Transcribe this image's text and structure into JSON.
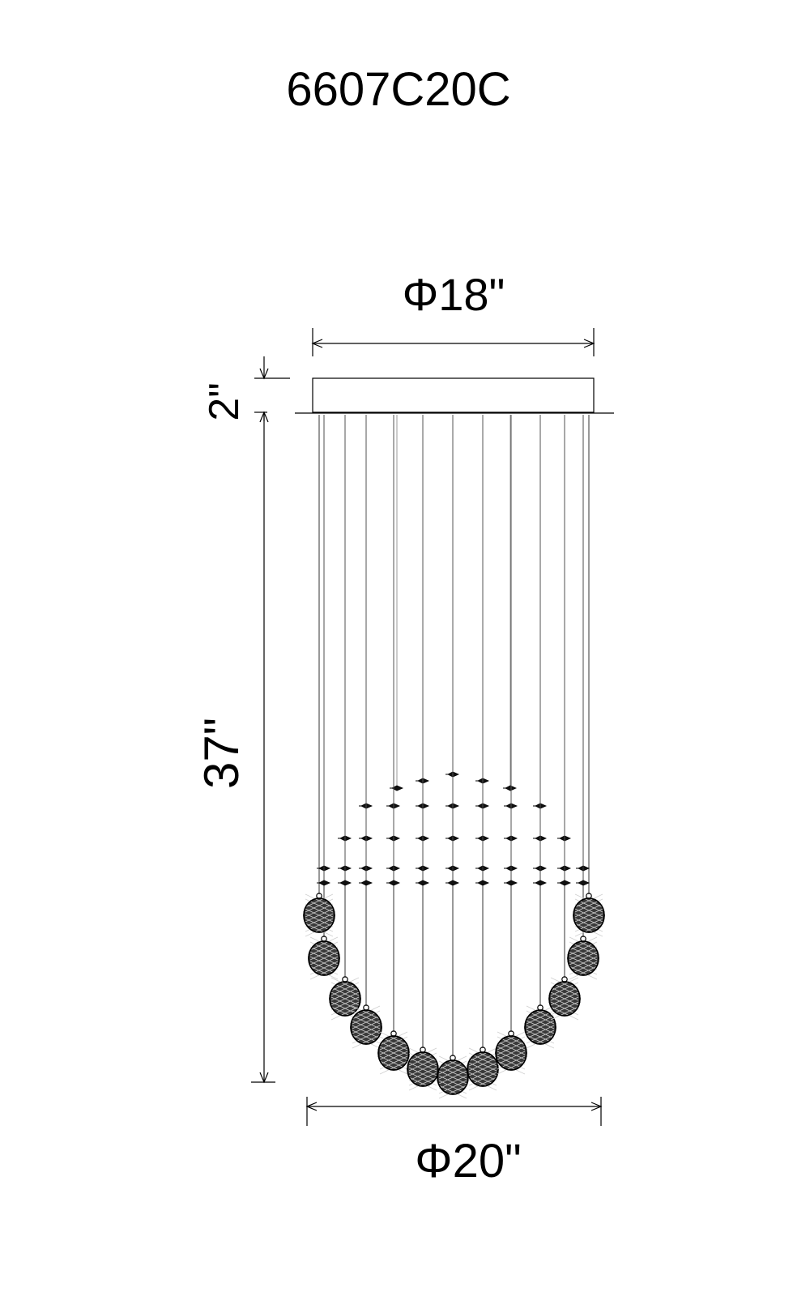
{
  "model_number": "6607C20C",
  "dimensions": {
    "canopy_diameter": "Φ18\"",
    "canopy_height": "2\"",
    "drop_height": "37\"",
    "fixture_diameter": "Φ20\""
  },
  "colors": {
    "line": "#000000",
    "background": "#ffffff"
  }
}
